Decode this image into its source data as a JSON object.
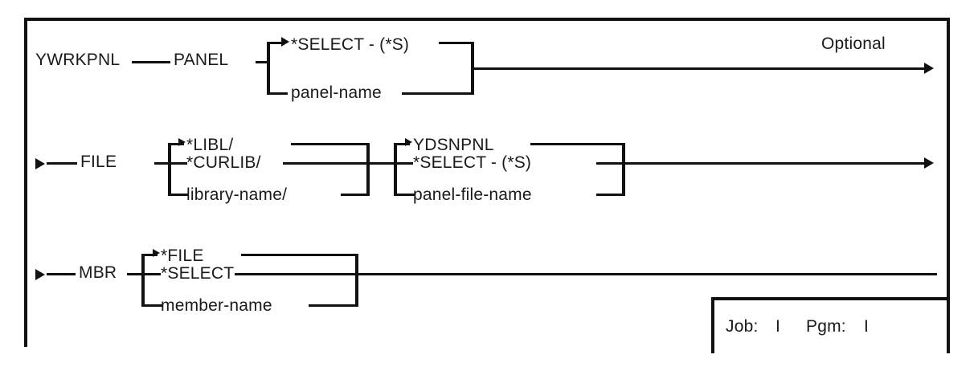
{
  "diagram": {
    "type": "railroad-syntax-diagram",
    "command": "YWRKPNL",
    "optional_label": "Optional",
    "rows": [
      {
        "id": "row-panel",
        "command_label": "YWRKPNL",
        "keyword": "PANEL",
        "groups": [
          {
            "id": "panel-value",
            "options": [
              "*SELECT - (*S)",
              "panel-name"
            ],
            "default": "*SELECT - (*S)"
          }
        ],
        "ends_with_arrow": true
      },
      {
        "id": "row-file",
        "entry_marker": "arrow",
        "keyword": "FILE",
        "groups": [
          {
            "id": "file-library",
            "options": [
              "*LIBL/",
              "*CURLIB/",
              "library-name/"
            ],
            "default": "*LIBL/"
          },
          {
            "id": "file-name",
            "options": [
              "YDSNPNL",
              "*SELECT - (*S)",
              "panel-file-name"
            ],
            "default": "YDSNPNL"
          }
        ],
        "ends_with_arrow": true
      },
      {
        "id": "row-mbr",
        "entry_marker": "arrow",
        "keyword": "MBR",
        "groups": [
          {
            "id": "mbr-value",
            "options": [
              "*FILE",
              "*SELECT",
              "member-name"
            ],
            "default": "*FILE"
          }
        ],
        "ends_with_arrow": false
      }
    ]
  },
  "status_box": {
    "job_label": "Job:",
    "job_value": "I",
    "pgm_label": "Pgm:",
    "pgm_value": "I"
  },
  "colors": {
    "ink": "#111111",
    "background": "#ffffff"
  }
}
